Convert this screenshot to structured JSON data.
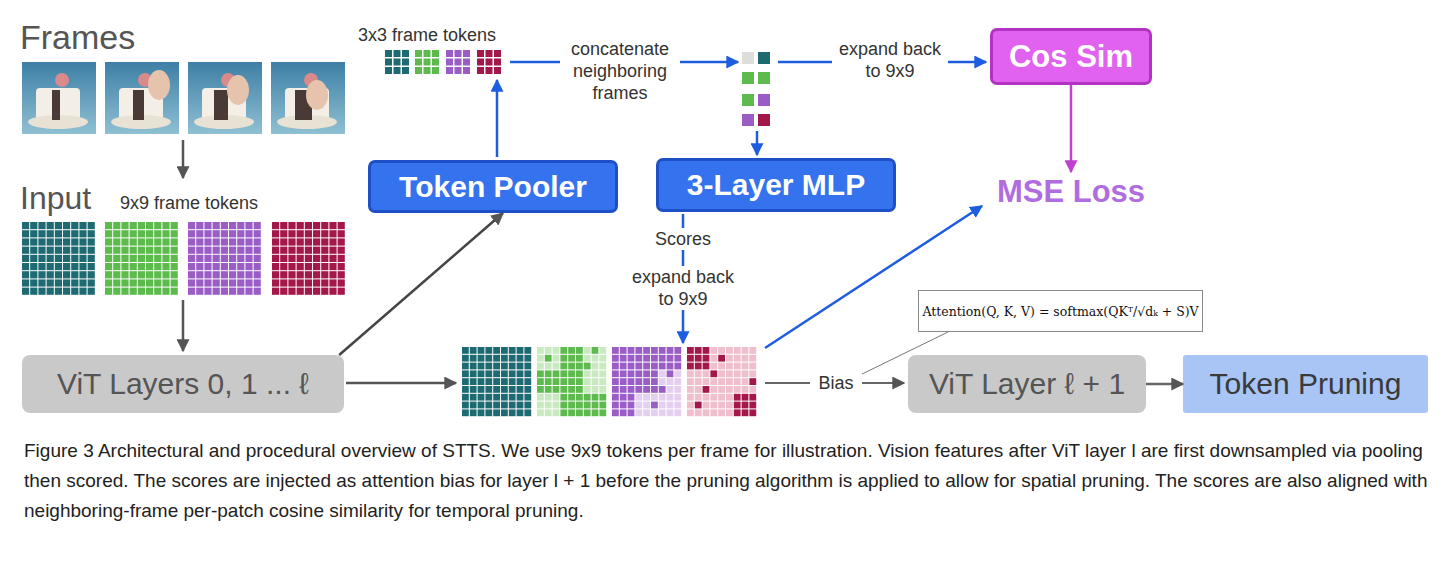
{
  "diagram": {
    "caption": "Figure 3 Architectural and procedural overview of STTS. We use 9x9 tokens per frame for illustration. Vision features after ViT layer l are first downsampled via pooling then scored. The scores are injected as attention bias for layer l + 1 before the pruning algorithm is applied to allow for spatial pruning. The scores are also aligned with neighboring-frame per-patch cosine similarity for temporal pruning.",
    "nodes": [
      {
        "text": [
          "Cos Sim"
        ]
      },
      {
        "text": [
          "Token Pooler"
        ]
      },
      {
        "text": [
          "3-Layer MLP"
        ]
      },
      {
        "text": [
          "MSE Loss"
        ]
      },
      {
        "text": [
          "Attention(Q, K, V) = softmax(QKᵀ/√dₖ + S)V"
        ]
      },
      {
        "text": [
          "ViT Layers 0, 1 ... ℓ"
        ]
      },
      {
        "text": [
          "ViT Layer ℓ + 1"
        ]
      },
      {
        "text": [
          "Token Pruning"
        ]
      }
    ],
    "edges": [
      {
        "from": 5,
        "to": 1,
        "arrow": "to"
      },
      {
        "from": 0,
        "to": 3,
        "arrow": "to"
      },
      {
        "from": 6,
        "to": 7,
        "arrow": "to"
      }
    ],
    "labels": [
      "Frames",
      "Input",
      "9x9 frame tokens",
      "3x3 frame tokens",
      "concatenate neighboring frames",
      "expand back to 9x9",
      "Scores",
      "expand back to 9x9",
      "Bias"
    ]
  }
}
